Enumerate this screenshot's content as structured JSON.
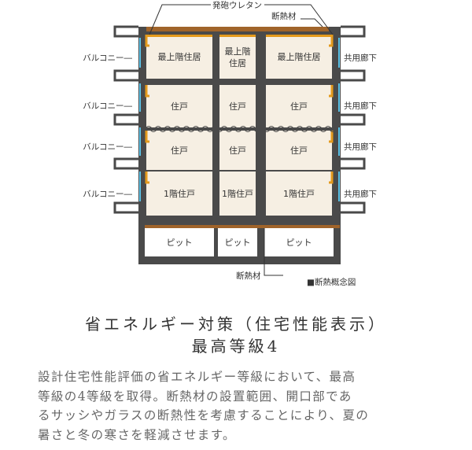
{
  "diagram": {
    "callouts": {
      "foam_urethane": "発砲ウレタン",
      "insulation_top": "断熱材",
      "insulation_bottom": "断熱材",
      "legend": "■断熱概念図"
    },
    "side_labels": {
      "balcony": [
        "バルコニー",
        "バルコニー",
        "バルコニー",
        "バルコニー"
      ],
      "corridor": [
        "共用廊下",
        "共用廊下",
        "共用廊下",
        "共用廊下"
      ]
    },
    "rooms": {
      "row1": [
        "最上階住居",
        "最上階\n住居",
        "最上階住居"
      ],
      "row2": [
        "住戸",
        "住戸",
        "住戸"
      ],
      "row3": [
        "住戸",
        "住戸",
        "住戸"
      ],
      "row4": [
        "1階住戸",
        "1階住戸",
        "1階住戸"
      ],
      "pit": [
        "ピット",
        "ピット",
        "ピット"
      ]
    },
    "colors": {
      "structure": "#4a4a4a",
      "room": "#f6efe3",
      "insulation": "#e49a1c",
      "roof_insulation": "#a0642a",
      "glass": "#5bc3e8",
      "pit": "#ffffff"
    }
  },
  "heading": {
    "line1": "省エネルギー対策（住宅性能表示）",
    "line2": "最高等級4"
  },
  "body": {
    "lines": [
      "設計住宅性能評価の省エネルギー等級において、最高",
      "等級の4等級を取得。断熱材の設置範囲、開口部であ",
      "るサッシやガラスの断熱性を考慮することにより、夏の",
      "暑さと冬の寒さを軽減させます。"
    ]
  }
}
